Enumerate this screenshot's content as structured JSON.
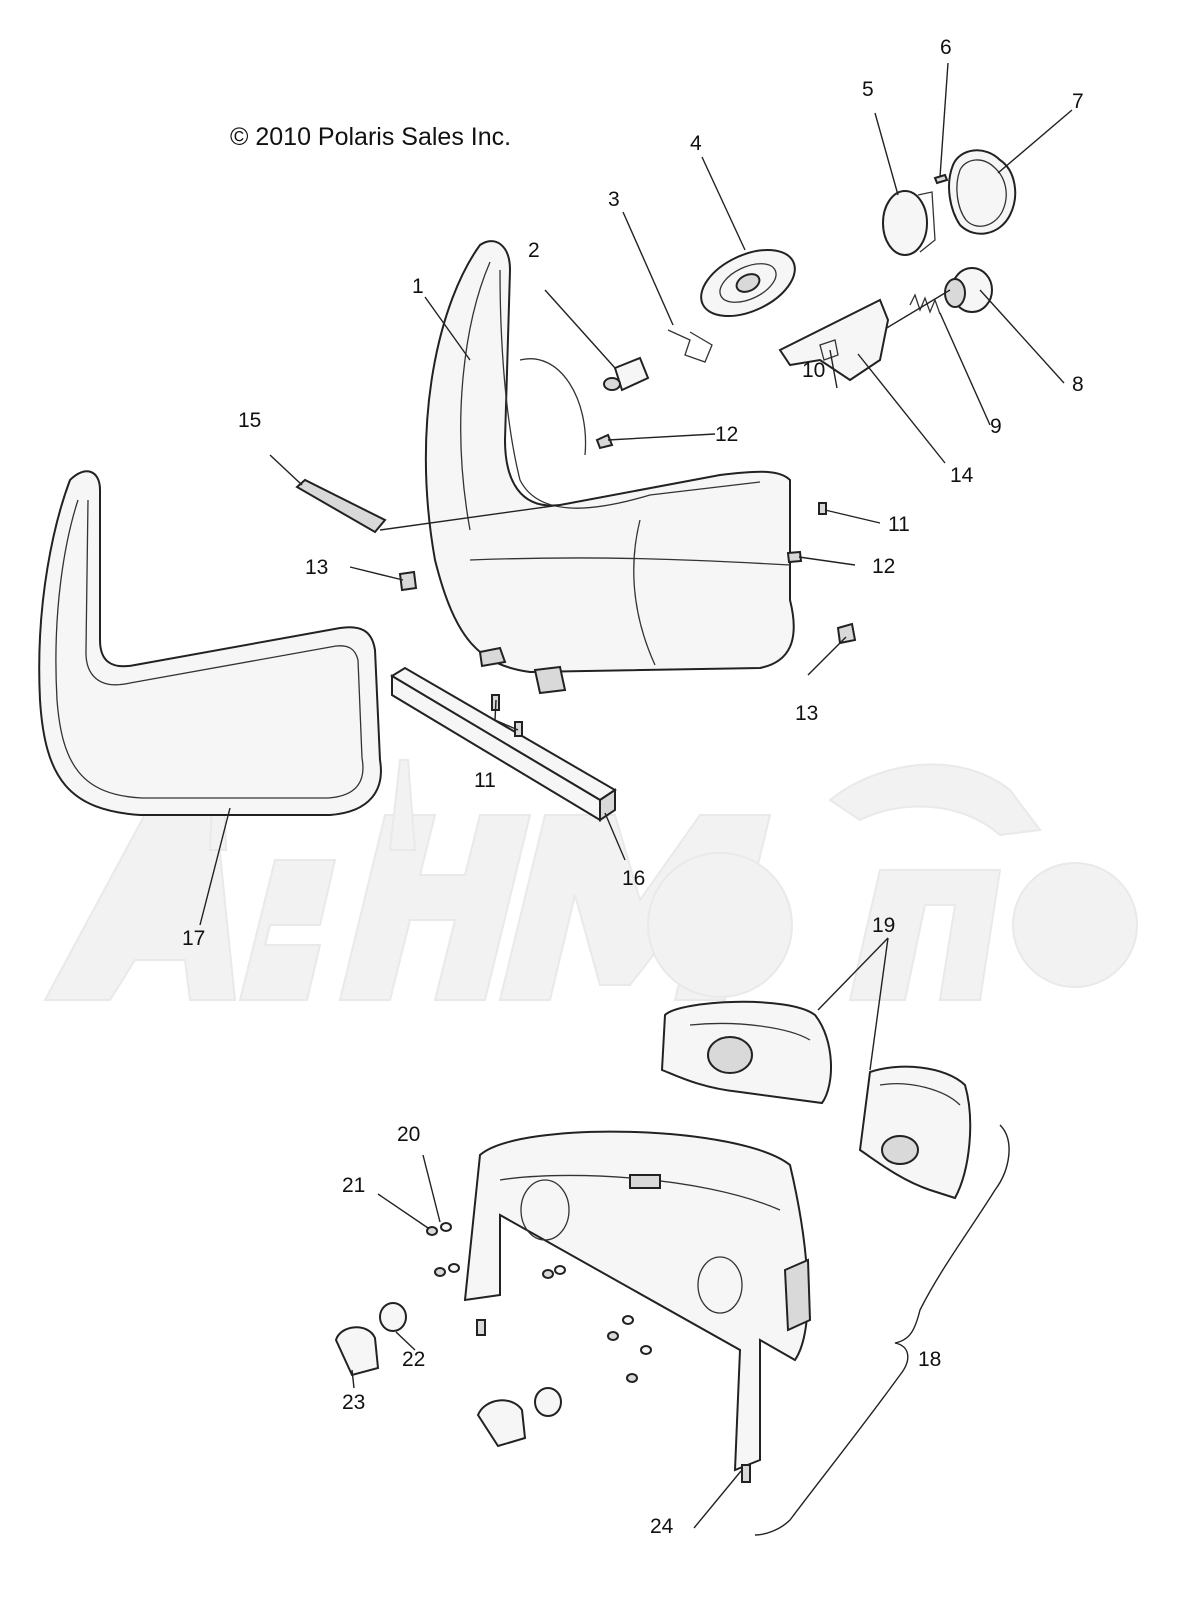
{
  "copyright": "© 2010 Polaris Sales Inc.",
  "callouts": [
    {
      "id": "c1",
      "label": "1"
    },
    {
      "id": "c2",
      "label": "2"
    },
    {
      "id": "c3",
      "label": "3"
    },
    {
      "id": "c4",
      "label": "4"
    },
    {
      "id": "c5",
      "label": "5"
    },
    {
      "id": "c6",
      "label": "6"
    },
    {
      "id": "c7",
      "label": "7"
    },
    {
      "id": "c8",
      "label": "8"
    },
    {
      "id": "c9",
      "label": "9"
    },
    {
      "id": "c10",
      "label": "10"
    },
    {
      "id": "c11a",
      "label": "11"
    },
    {
      "id": "c11b",
      "label": "11"
    },
    {
      "id": "c12a",
      "label": "12"
    },
    {
      "id": "c12b",
      "label": "12"
    },
    {
      "id": "c13a",
      "label": "13"
    },
    {
      "id": "c13b",
      "label": "13"
    },
    {
      "id": "c14",
      "label": "14"
    },
    {
      "id": "c15",
      "label": "15"
    },
    {
      "id": "c16",
      "label": "16"
    },
    {
      "id": "c17",
      "label": "17"
    },
    {
      "id": "c18",
      "label": "18"
    },
    {
      "id": "c19",
      "label": "19"
    },
    {
      "id": "c20",
      "label": "20"
    },
    {
      "id": "c21",
      "label": "21"
    },
    {
      "id": "c22",
      "label": "22"
    },
    {
      "id": "c23",
      "label": "23"
    },
    {
      "id": "c24",
      "label": "24"
    }
  ]
}
